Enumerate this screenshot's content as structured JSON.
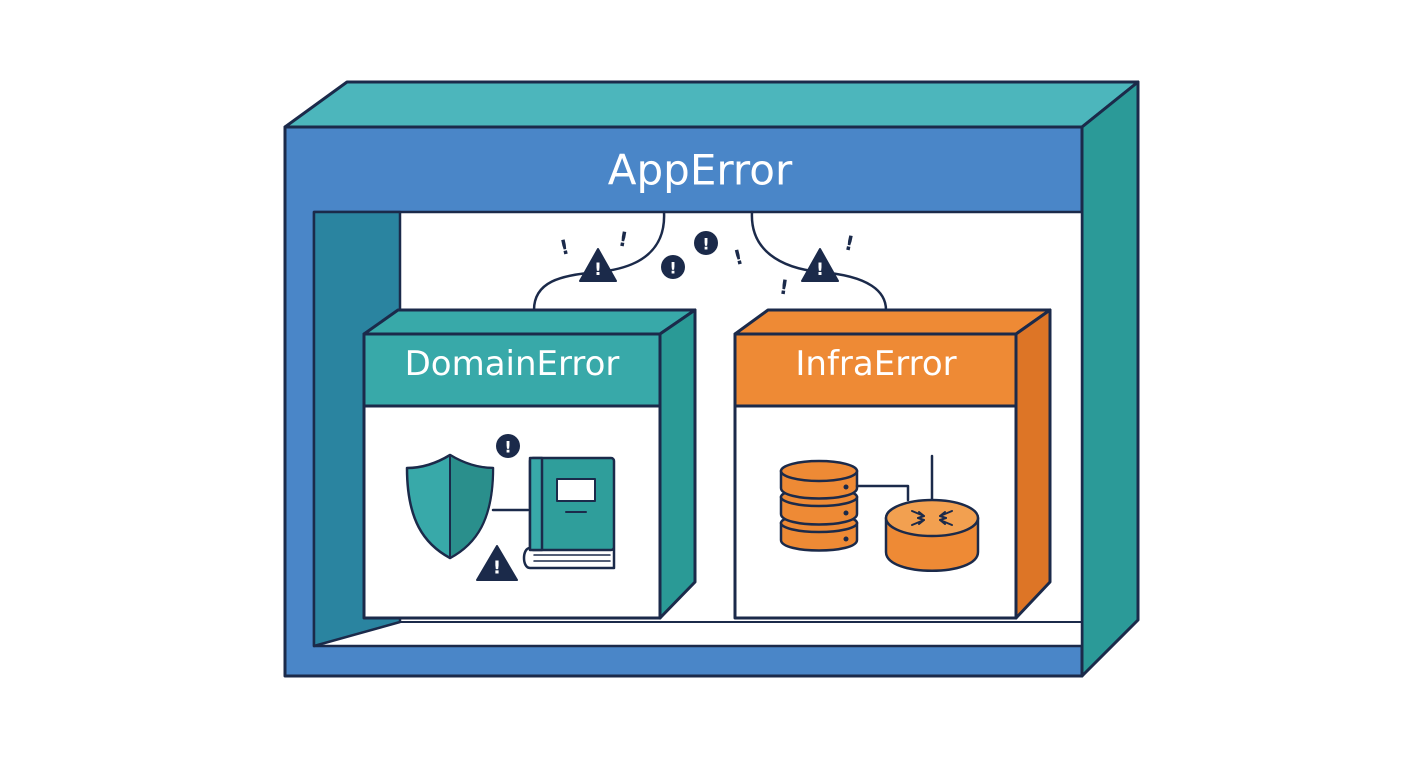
{
  "diagram": {
    "outer": {
      "label": "AppError",
      "front_color": "#4a86c8",
      "top_color": "#4cb6bc",
      "side_color": "#2b9a98",
      "inner_wall_color": "#2a84a0"
    },
    "left_child": {
      "label": "DomainError",
      "header_color": "#38a9a9",
      "side_color": "#2a9a96",
      "icons": [
        "shield-icon",
        "book-icon",
        "warning-icon"
      ]
    },
    "right_child": {
      "label": "InfraError",
      "header_color": "#ee8a35",
      "side_color": "#dd7526",
      "icons": [
        "database-icon",
        "router-icon"
      ]
    },
    "outline_color": "#1b2a4a"
  }
}
